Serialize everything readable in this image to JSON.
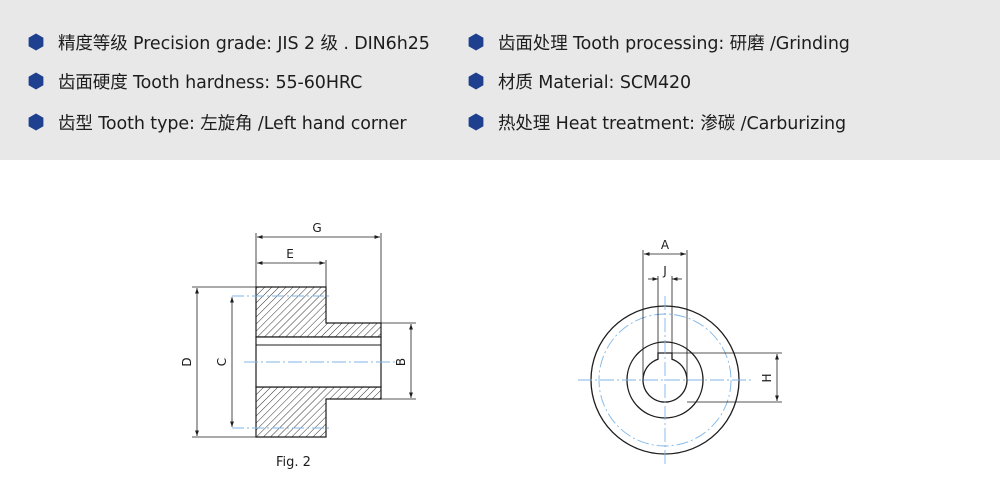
{
  "specs": {
    "precision": "精度等级 Precision grade: JIS 2 级 . DIN6h25",
    "hardness": "齿面硬度 Tooth hardness: 55-60HRC",
    "type": "齿型 Tooth type: 左旋角 /Left hand corner",
    "processing": "齿面处理 Tooth processing: 研磨 /Grinding",
    "material": "材质 Material: SCM420",
    "heat": "热处理 Heat treatment: 渗碳 /Carburizing"
  },
  "colors": {
    "bullet": "#1f3f8f",
    "panel": "#e8e8e8",
    "centerline": "#7fb6e6"
  },
  "figure": {
    "caption": "Fig. 2",
    "labels": {
      "A": "A",
      "B": "B",
      "C": "C",
      "D": "D",
      "E": "E",
      "G": "G",
      "H": "H",
      "J": "J"
    }
  }
}
